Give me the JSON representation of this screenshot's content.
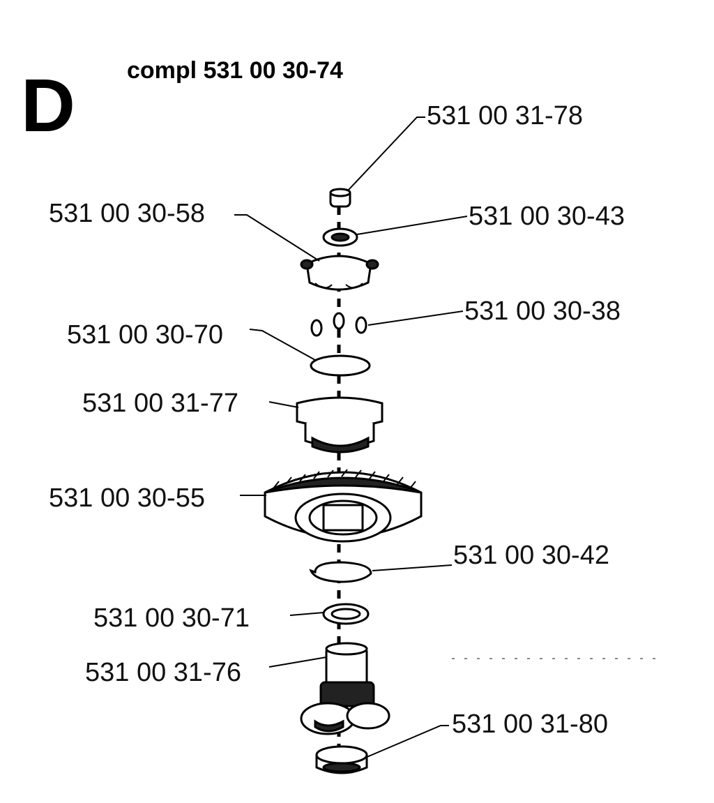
{
  "section_letter": "D",
  "assembly_title": "compl 531 00 30-74",
  "parts": [
    {
      "id": "531 00 31-78"
    },
    {
      "id": "531 00 30-58"
    },
    {
      "id": "531 00 30-43"
    },
    {
      "id": "531 00 30-38"
    },
    {
      "id": "531 00 30-70"
    },
    {
      "id": "531 00 31-77"
    },
    {
      "id": "531 00 30-55"
    },
    {
      "id": "531 00 30-42"
    },
    {
      "id": "531 00 30-71"
    },
    {
      "id": "531 00 31-76"
    },
    {
      "id": "531 00 31-80"
    }
  ]
}
